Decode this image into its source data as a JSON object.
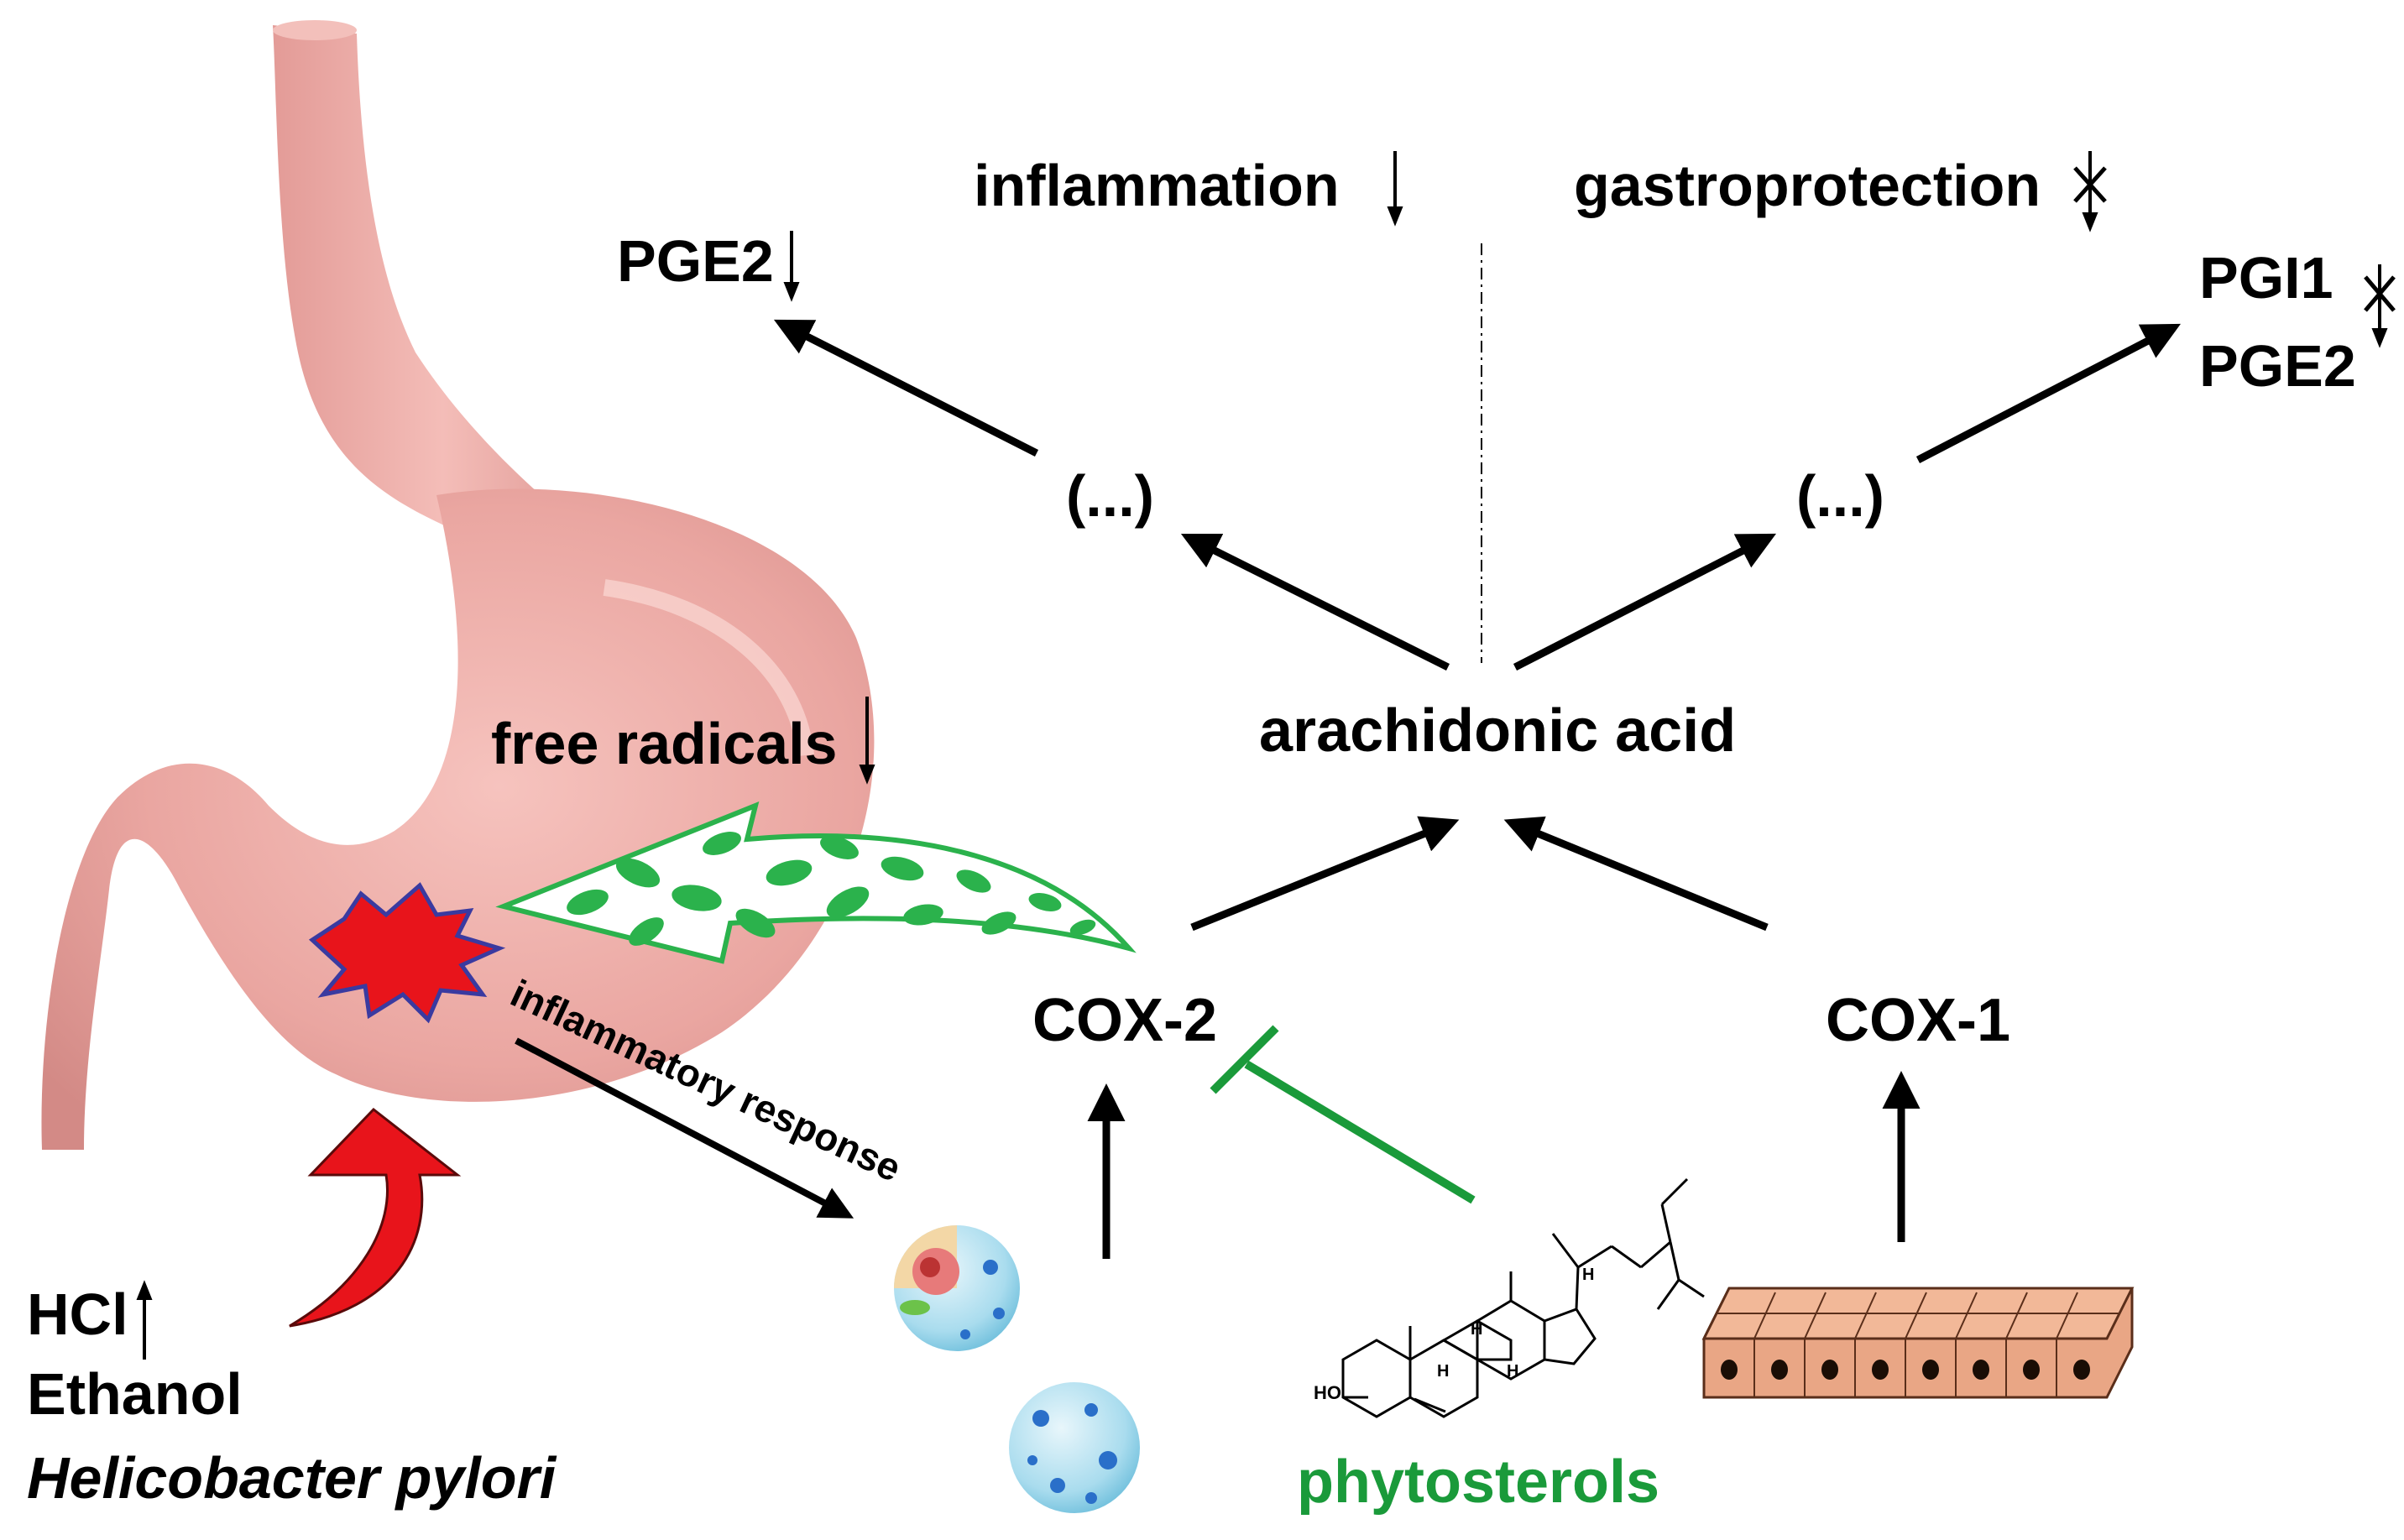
{
  "labels": {
    "inflammation": "inflammation",
    "gastroprotection": "gastroprotection",
    "pge2_left": "PGE2",
    "pgi1_right": "PGI1",
    "pge2_right": "PGE2",
    "intermediate_left": "(...)",
    "intermediate_right": "(...)",
    "arachidonic_acid": "arachidonic acid",
    "free_radicals": "free radicals",
    "cox2": "COX-2",
    "cox1": "COX-1",
    "inflammatory_response": "inflammatory response",
    "hcl": "HCl",
    "ethanol": "Ethanol",
    "helicobacter": "Helicobacter pylori",
    "phytosterols": "phytosterols",
    "ho": "HO",
    "h_atom": "H"
  },
  "colors": {
    "text": "#000000",
    "phytosterol_green": "#1a9a3a",
    "stomach_pink": "#eeaaa6",
    "damage_red": "#e8141b",
    "damage_outline": "#3a3aa0",
    "leaf_green": "#2bb24c",
    "cell_orange": "#d98b64"
  }
}
